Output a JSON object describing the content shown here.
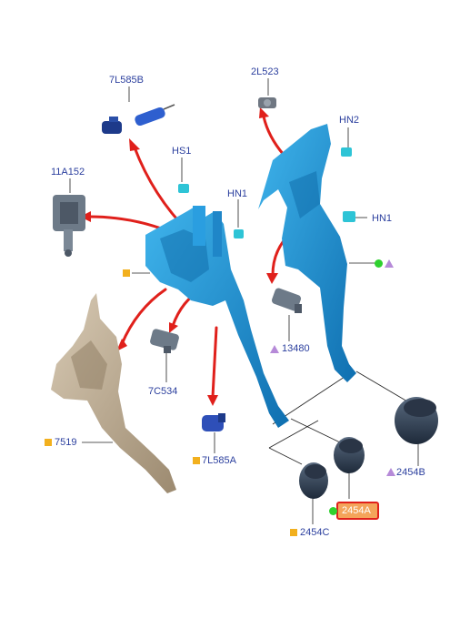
{
  "callouts": {
    "l7L585B": "7L585B",
    "l2L523": "2L523",
    "lHN2": "HN2",
    "lHS1": "HS1",
    "l11A152": "11A152",
    "lHN1a": "HN1",
    "lHN1b": "HN1",
    "l13480": "13480",
    "l7C534": "7C534",
    "l7519": "7519",
    "l7L585A": "7L585A",
    "l2454B": "2454B",
    "l2454A": "2454A",
    "l2454C": "2454C"
  },
  "colors": {
    "label": "#2b3f9e",
    "part_blue": "#1e8fd0",
    "bracket_tan": "#bfae96",
    "arrow_red": "#e0201b",
    "highlight_fill": "#f4a45a",
    "highlight_border": "#e0201b",
    "marker_square": "#f2b01e",
    "marker_triangle": "#b68ad8",
    "marker_dot": "#2fd12f"
  },
  "highlighted_part": "2454A"
}
